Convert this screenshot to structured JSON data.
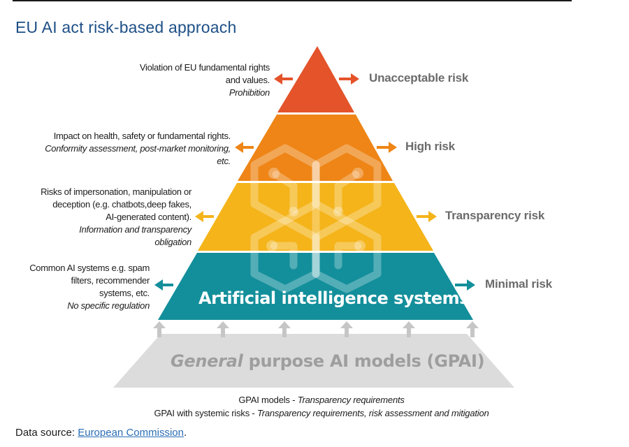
{
  "page_title": "EU AI act risk-based approach",
  "tiers": [
    {
      "risk": "Unacceptable risk",
      "color": "#e4532a",
      "desc_plain": [
        "Violation of EU fundamental rights",
        "and values."
      ],
      "desc_italic": [
        "Prohibition"
      ]
    },
    {
      "risk": "High risk",
      "color": "#ee8516",
      "desc_plain": [
        "Impact on health, safety or fundamental rights."
      ],
      "desc_italic": [
        "Conformity assessment, post-market monitoring,",
        "etc."
      ]
    },
    {
      "risk": "Transparency risk",
      "color": "#f4b41a",
      "desc_plain": [
        "Risks of impersonation, manipulation or",
        "deception (e.g. chatbots,deep fakes,",
        "AI-generated content)."
      ],
      "desc_italic": [
        "Information and transparency",
        "obligation"
      ]
    },
    {
      "risk": "Minimal risk",
      "color": "#138f9b",
      "desc_plain": [
        "Common AI systems e.g. spam",
        "filters, recommender",
        "systems, etc."
      ],
      "desc_italic": [
        "No specific regulation"
      ]
    }
  ],
  "base_tier_label": "Artificial intelligence systems",
  "gpai": {
    "label_part1": "General",
    "label_part2": "purpose AI models (GPAI)",
    "color": "#dcdcdc",
    "note1_plain": "GPAI models - ",
    "note1_italic": "Transparency requirements",
    "note2_plain": "GPAI with systemic risks - ",
    "note2_italic": "Transparency requirements, risk assessment and mitigation"
  },
  "source": {
    "prefix": "Data source: ",
    "link": "European Commission",
    "suffix": "."
  },
  "colors": {
    "title": "#1d4f86",
    "link": "#2a6db5",
    "risk_label": "#6b6b6b",
    "arrow_up": "#c8c8c8"
  },
  "icons": [
    "brain-circuit-icon",
    "arrow-left-icon",
    "arrow-right-icon",
    "arrow-up-icon"
  ]
}
